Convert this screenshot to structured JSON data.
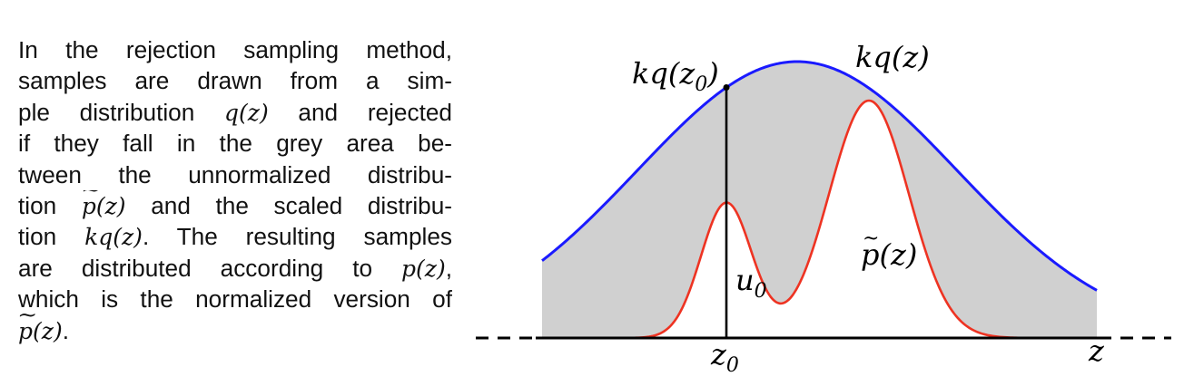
{
  "caption": {
    "l1_text": "In the rejection sampling method,",
    "l2_text": "samples are drawn from a sim-",
    "l3_pre": "ple distribution ",
    "l3_math": "q(z)",
    "l3_post": " and rejected",
    "l4_text": "if they fall in the grey area be-",
    "l5_text": "tween the unnormalized distribu-",
    "l6_pre": "tion ",
    "l6_math_p": "p",
    "l6_math_rest": "(z)",
    "l6_post": " and the scaled distribu-",
    "l7_pre": "tion ",
    "l7_math": "kq(z)",
    "l7_post": ". The resulting samples",
    "l8_pre": "are distributed according to ",
    "l8_math": "p(z)",
    "l8_post": ",",
    "l9_text": "which is the normalized version of",
    "l10_math_p": "p",
    "l10_math_rest": "(z)",
    "l10_post": "."
  },
  "figure": {
    "label_kq_z0_main": "kq(z",
    "label_kq_z0_sub": "0",
    "label_kq_z0_close": ")",
    "label_kq_z": "kq(z)",
    "label_p_tilde_main": "p",
    "label_p_tilde_rest": "(z)",
    "label_u0_main": "u",
    "label_u0_sub": "0",
    "label_z0_main": "z",
    "label_z0_sub": "0",
    "label_z": "z",
    "colors": {
      "proposal_curve": "#1a1aff",
      "target_curve": "#ee3322",
      "rejection_area": "#d0d0d0",
      "axis": "#000000"
    }
  }
}
